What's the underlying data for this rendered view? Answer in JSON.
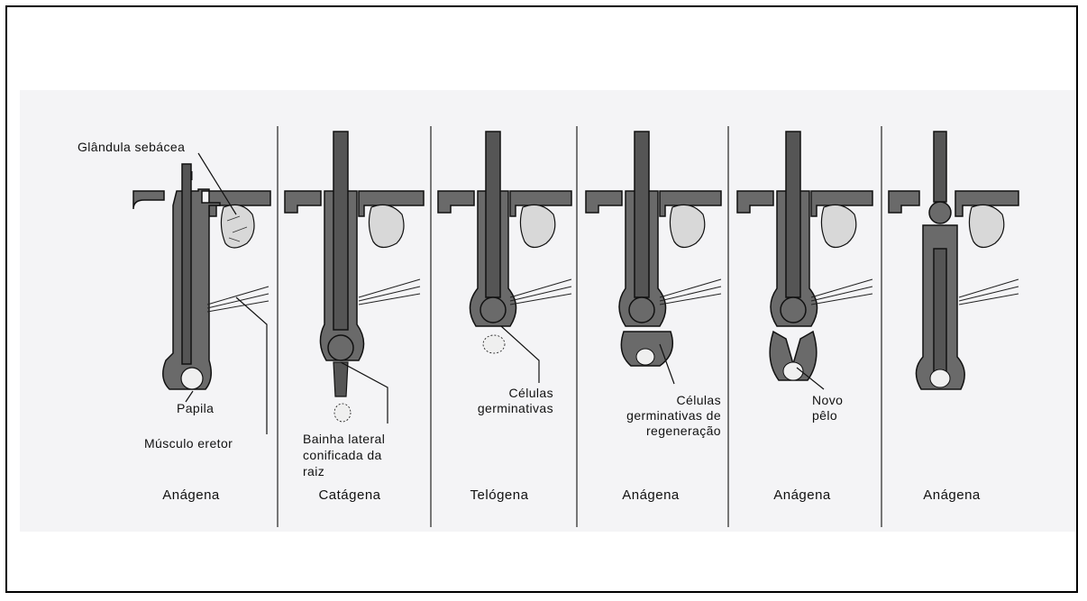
{
  "labels": {
    "sebaceous": "Glândula sebácea",
    "papilla": "Papila",
    "muscle": "Músculo eretor",
    "sheath": [
      "Bainha lateral",
      "conificada da",
      "raiz"
    ],
    "germinal": [
      "Células",
      "germinativas"
    ],
    "regeneration": [
      "Células",
      "germinativas de",
      "regeneração"
    ],
    "new_hair": [
      "Novo",
      "pêlo"
    ]
  },
  "stages": [
    "Anágena",
    "Catágena",
    "Telógena",
    "Anágena",
    "Anágena",
    "Anágena"
  ],
  "colors": {
    "follicle_fill": "#6a6a6a",
    "outline": "#111111",
    "papilla_fill": "#efefef",
    "panel_bg": "#f4f4f6"
  }
}
